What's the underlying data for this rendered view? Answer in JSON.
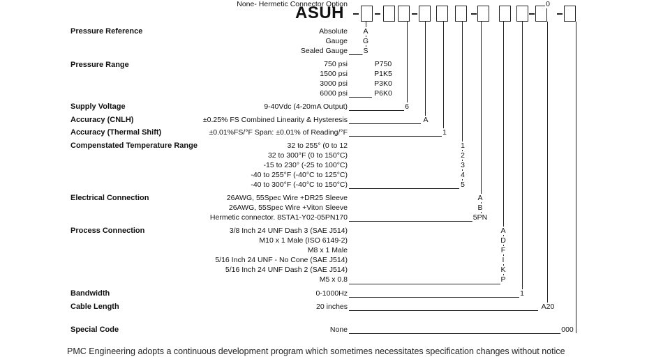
{
  "title": "ASUH",
  "categories": [
    {
      "key": "pressure_reference",
      "label": "Pressure Reference",
      "options": [
        {
          "label": "Absolute",
          "code": "A"
        },
        {
          "label": "Gauge",
          "code": "G"
        },
        {
          "label": "Sealed Gauge",
          "code": "S"
        }
      ]
    },
    {
      "key": "pressure_range",
      "label": "Pressure Range",
      "options": [
        {
          "label": "750 psi",
          "code": "P750"
        },
        {
          "label": "1500 psi",
          "code": "P1K5"
        },
        {
          "label": "3000 psi",
          "code": "P3K0"
        },
        {
          "label": "6000 psi",
          "code": "P6K0"
        }
      ]
    },
    {
      "key": "supply_voltage",
      "label": "Supply Voltage",
      "options": [
        {
          "label": "9-40Vdc (4-20mA Output)",
          "code": "6"
        }
      ]
    },
    {
      "key": "accuracy_cnlh",
      "label": "Accuracy (CNLH)",
      "options": [
        {
          "label": "±0.25% FS Combined Linearity & Hysteresis",
          "code": "A"
        }
      ]
    },
    {
      "key": "accuracy_thermal",
      "label": "Accuracy (Thermal Shift)",
      "options": [
        {
          "label": "±0.01%FS/°F Span: ±0.01% of Reading/°F",
          "code": "1"
        }
      ]
    },
    {
      "key": "comp_temp",
      "label": "Compenstated Temperature Range",
      "options": [
        {
          "label": "32 to 255° (0 to 12",
          "code": "1"
        },
        {
          "label": "32 to 300°F (0 to 150°C)",
          "code": "2"
        },
        {
          "label": "-15 to 230° (-25 to  100°C)",
          "code": "3"
        },
        {
          "label": "-40 to 255°F (-40°C to 125°C)",
          "code": "4"
        },
        {
          "label": "-40 to 300°F (-40°C to 150°C)",
          "code": "5"
        }
      ]
    },
    {
      "key": "electrical",
      "label": "Electrical Connection",
      "options": [
        {
          "label": "26AWG, 55Spec Wire +DR25 Sleeve",
          "code": "A"
        },
        {
          "label": "26AWG, 55Spec Wire +Viton Sleeve",
          "code": "B"
        },
        {
          "label": "Hermetic connector. 8STA1-Y02-05PN170",
          "code": "5PN"
        }
      ]
    },
    {
      "key": "process",
      "label": "Process Connection",
      "options": [
        {
          "label": "3/8 Inch 24 UNF Dash 3 (SAE J514)",
          "code": "A"
        },
        {
          "label": "M10 x 1 Male (ISO 6149-2)",
          "code": "D"
        },
        {
          "label": "M8 x 1 Male",
          "code": "F"
        },
        {
          "label": "5/16 Inch 24 UNF - No Cone (SAE J514)",
          "code": "I"
        },
        {
          "label": "5/16 Inch 24 UNF Dash 2 (SAE J514)",
          "code": "K"
        },
        {
          "label": "M5 x 0.8",
          "code": "P"
        }
      ]
    },
    {
      "key": "bandwidth",
      "label": "Bandwidth",
      "options": [
        {
          "label": "0-1000Hz",
          "code": "1"
        }
      ]
    },
    {
      "key": "cable_length",
      "label": "Cable Length",
      "options": [
        {
          "label": "20 inches",
          "code": "A20"
        },
        {
          "label": "None- Hermetic Connector Option",
          "code": "0"
        }
      ]
    },
    {
      "key": "special_code",
      "label": "Special Code",
      "options": [
        {
          "label": "None",
          "code": "000"
        }
      ]
    }
  ],
  "footer": "PMC Engineering adopts a continuous development program which sometimes necessitates specification changes without notice"
}
